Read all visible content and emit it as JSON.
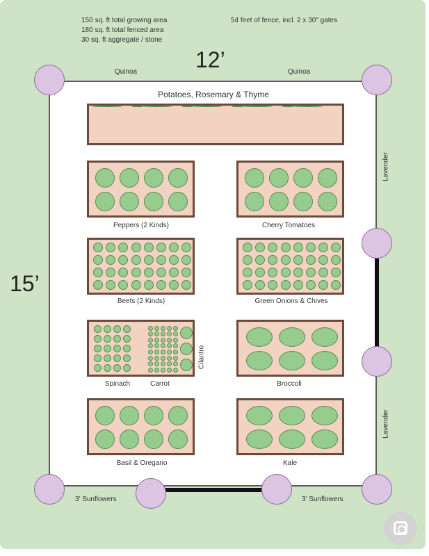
{
  "stats": {
    "growing_area": "150 sq. ft total growing area",
    "fenced_area": "180 sq. ft total fenced area",
    "aggregate": "30 sq. ft aggregate / stone",
    "fence": "54 feet of fence, incl. 2 x 30\" gates"
  },
  "dimensions": {
    "width": "12’",
    "height": "15’"
  },
  "border_plants": {
    "quinoa_left": "Quinoa",
    "quinoa_right": "Quinoa",
    "lavender_top": "Lavender",
    "lavender_bottom": "Lavender",
    "sunflowers_left": "3’ Sunflowers",
    "sunflowers_right": "3’ Sunflowers"
  },
  "beds": {
    "potatoes": "Potatoes, Rosemary & Thyme",
    "peppers": "Peppers (2 Kinds)",
    "cherry_tomatoes": "Cherry Tomatoes",
    "beets": "Beets (2 Kinds)",
    "green_onions": "Green Onions & Chives",
    "spinach": "Spinach",
    "carrot": "Carrot",
    "cilantro": "Cilantro",
    "broccoli": "Broccoli",
    "basil": "Basil & Oregano",
    "kale": "Kale"
  },
  "colors": {
    "background": "#cfe3c6",
    "bed_fill": "#f2d3c1",
    "bed_border": "#6b4a3a",
    "plant": "#96cc8e",
    "post": "#dcc4e3",
    "gate": "#111111"
  },
  "icons": {
    "zoom": "zoom-icon"
  }
}
